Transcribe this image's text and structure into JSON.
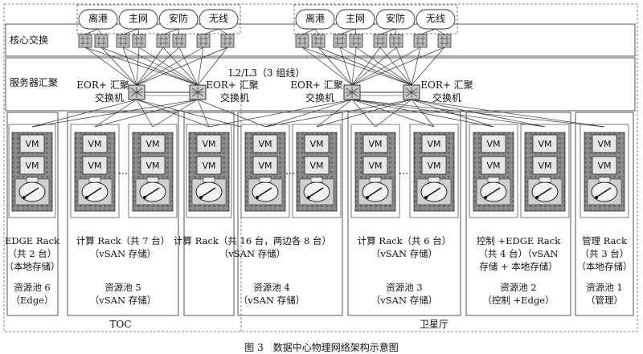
{
  "title_layers": {
    "core": "核心交换",
    "aggregation": "服务器汇聚"
  },
  "clouds": [
    "离港",
    "主网",
    "安防",
    "无线"
  ],
  "l2l3": "L2/L3（3 组线）",
  "eor_switch": {
    "line1": "EOR+ 汇聚",
    "line2": "交换机"
  },
  "vm_label": "VM",
  "ellipsis": "…",
  "pools": [
    {
      "id": "p6",
      "rack": [
        "EDGE Rack",
        "（共 2 台）",
        "（本地存储）"
      ],
      "pool": [
        "资源池 6",
        "（Edge）"
      ]
    },
    {
      "id": "p5",
      "rack": [
        "计算 Rack（共 7 台）",
        "（vSAN 存储）"
      ],
      "pool": [
        "资源池 5",
        "（vSAN 存储）"
      ]
    },
    {
      "id": "p4",
      "rack": [
        "计算 Rack（共 16 台，两边各 8 台）",
        "（vSAN 存储）"
      ],
      "pool": [
        "资源池 4",
        "（vSAN 存储）"
      ]
    },
    {
      "id": "p3",
      "rack": [
        "计算 Rack（共 6 台）",
        "（vSAN 存储）"
      ],
      "pool": [
        "资源池 3",
        "（vSAN 存储）"
      ]
    },
    {
      "id": "p2",
      "rack": [
        "控制 +EDGE Rack",
        "（共 4 台）（vSAN",
        "存储 + 本地存储）"
      ],
      "pool": [
        "资源池 2",
        "（控制 +Edge）"
      ]
    },
    {
      "id": "p1",
      "rack": [
        "管理 Rack",
        "（共 3 台）",
        "（本地存储）"
      ],
      "pool": [
        "资源池 1",
        "（管理）"
      ]
    }
  ],
  "sites": {
    "left": "TOC",
    "right": "卫星厅"
  },
  "caption": "图 3　数据中心物理网络架构示意图",
  "colors": {
    "line": "#333333",
    "box": "#555555",
    "rack_dark": "#7a7a7a",
    "vm_fill": "#d9d9d9"
  }
}
